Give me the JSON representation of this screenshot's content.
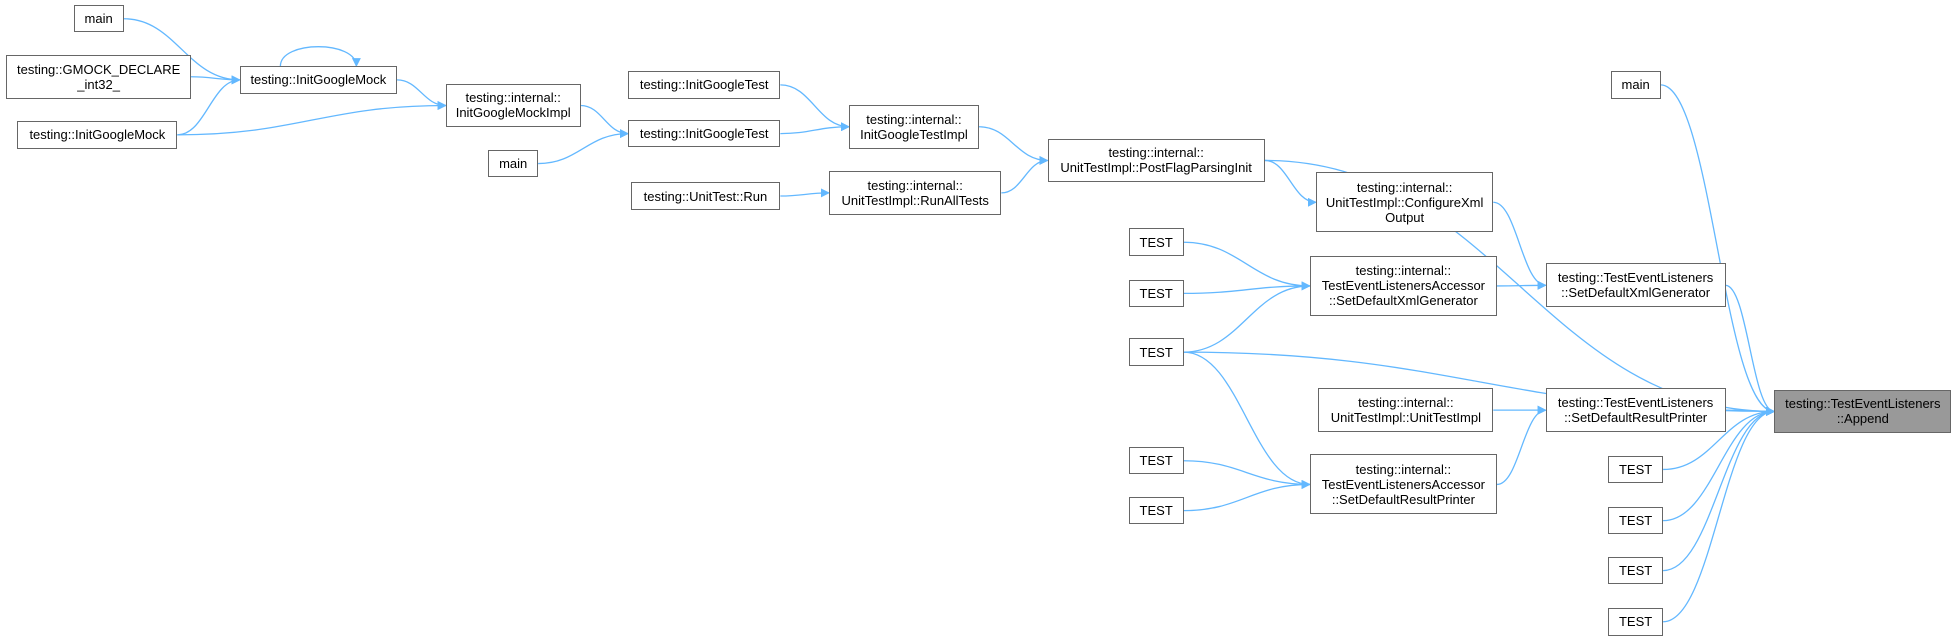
{
  "graph": {
    "edge_color": "#63b8ff",
    "root_fill": "#999999",
    "nodes": [
      {
        "id": "tel_append",
        "label": "testing::TestEventListeners\n::Append",
        "root": true
      },
      {
        "id": "main_a",
        "label": "main"
      },
      {
        "id": "gmock_declare",
        "label": "testing::GMOCK_DECLARE\n_int32_"
      },
      {
        "id": "init_gmock_a",
        "label": "testing::InitGoogleMock"
      },
      {
        "id": "init_gmock_b",
        "label": "testing::InitGoogleMock"
      },
      {
        "id": "init_gmock_impl",
        "label": "testing::internal::\nInitGoogleMockImpl"
      },
      {
        "id": "init_gtest_a",
        "label": "testing::InitGoogleTest"
      },
      {
        "id": "init_gtest_b",
        "label": "testing::InitGoogleTest"
      },
      {
        "id": "main_b",
        "label": "main"
      },
      {
        "id": "init_gtest_impl",
        "label": "testing::internal::\nInitGoogleTestImpl"
      },
      {
        "id": "unittest_run",
        "label": "testing::UnitTest::Run"
      },
      {
        "id": "run_all_tests",
        "label": "testing::internal::\nUnitTestImpl::RunAllTests"
      },
      {
        "id": "post_flag",
        "label": "testing::internal::\nUnitTestImpl::PostFlagParsingInit"
      },
      {
        "id": "configure_xml",
        "label": "testing::internal::\nUnitTestImpl::ConfigureXml\nOutput"
      },
      {
        "id": "main_c",
        "label": "main"
      },
      {
        "id": "test_1",
        "label": "TEST"
      },
      {
        "id": "test_2",
        "label": "TEST"
      },
      {
        "id": "test_3",
        "label": "TEST"
      },
      {
        "id": "acc_xml",
        "label": "testing::internal::\nTestEventListenersAccessor\n::SetDefaultXmlGenerator"
      },
      {
        "id": "tel_xml",
        "label": "testing::TestEventListeners\n::SetDefaultXmlGenerator"
      },
      {
        "id": "unittest_impl",
        "label": "testing::internal::\nUnitTestImpl::UnitTestImpl"
      },
      {
        "id": "tel_result",
        "label": "testing::TestEventListeners\n::SetDefaultResultPrinter"
      },
      {
        "id": "test_4",
        "label": "TEST"
      },
      {
        "id": "test_5",
        "label": "TEST"
      },
      {
        "id": "acc_result",
        "label": "testing::internal::\nTestEventListenersAccessor\n::SetDefaultResultPrinter"
      },
      {
        "id": "test_6",
        "label": "TEST"
      },
      {
        "id": "test_7",
        "label": "TEST"
      },
      {
        "id": "test_8",
        "label": "TEST"
      },
      {
        "id": "test_9",
        "label": "TEST"
      }
    ],
    "edges": [
      {
        "from": "main_a",
        "to": "init_gmock_a"
      },
      {
        "from": "gmock_declare",
        "to": "init_gmock_a"
      },
      {
        "from": "init_gmock_a",
        "to": "init_gmock_a"
      },
      {
        "from": "init_gmock_b",
        "to": "init_gmock_a"
      },
      {
        "from": "init_gmock_a",
        "to": "init_gmock_impl"
      },
      {
        "from": "init_gmock_b",
        "to": "init_gmock_impl"
      },
      {
        "from": "init_gmock_impl",
        "to": "init_gtest_b"
      },
      {
        "from": "init_gtest_a",
        "to": "init_gtest_impl"
      },
      {
        "from": "init_gtest_b",
        "to": "init_gtest_impl"
      },
      {
        "from": "main_b",
        "to": "init_gtest_b"
      },
      {
        "from": "init_gtest_impl",
        "to": "post_flag"
      },
      {
        "from": "unittest_run",
        "to": "run_all_tests"
      },
      {
        "from": "run_all_tests",
        "to": "post_flag"
      },
      {
        "from": "post_flag",
        "to": "configure_xml"
      },
      {
        "from": "post_flag",
        "to": "tel_append"
      },
      {
        "from": "main_c",
        "to": "tel_append"
      },
      {
        "from": "configure_xml",
        "to": "tel_xml"
      },
      {
        "from": "test_1",
        "to": "acc_xml"
      },
      {
        "from": "test_2",
        "to": "acc_xml"
      },
      {
        "from": "test_3",
        "to": "acc_xml"
      },
      {
        "from": "test_3",
        "to": "tel_append"
      },
      {
        "from": "test_3",
        "to": "acc_result"
      },
      {
        "from": "acc_xml",
        "to": "tel_xml"
      },
      {
        "from": "tel_xml",
        "to": "tel_append"
      },
      {
        "from": "unittest_impl",
        "to": "tel_result"
      },
      {
        "from": "test_4",
        "to": "acc_result"
      },
      {
        "from": "test_5",
        "to": "acc_result"
      },
      {
        "from": "acc_result",
        "to": "tel_result"
      },
      {
        "from": "tel_result",
        "to": "tel_append"
      },
      {
        "from": "test_6",
        "to": "tel_append"
      },
      {
        "from": "test_7",
        "to": "tel_append"
      },
      {
        "from": "test_8",
        "to": "tel_append"
      },
      {
        "from": "test_9",
        "to": "tel_append"
      }
    ]
  }
}
